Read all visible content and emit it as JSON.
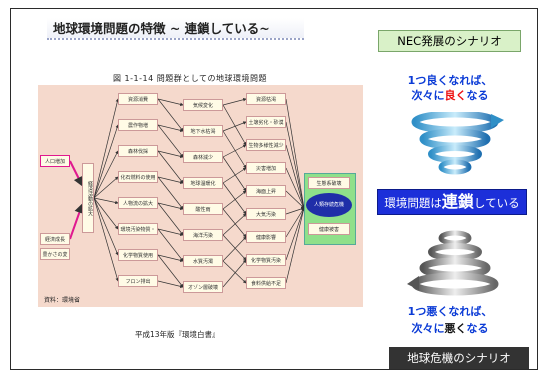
{
  "slide": {
    "title": "地球環境問題の特徴 ~ 連鎖している~",
    "nec_label": "NEC発展のシナリオ",
    "good_line1": "1つ良くなれば、",
    "good_line2_pre": "次々に",
    "good_line2_em": "良く",
    "good_line2_post": "なる",
    "chain_pre": "環境問題は",
    "chain_big": "連鎖",
    "chain_post": "している",
    "bad_line1": "1つ悪くなれば、",
    "bad_line2_pre": "次々に",
    "bad_line2_em": "悪く",
    "bad_line2_post": "なる",
    "crisis_label": "地球危機のシナリオ",
    "figure_caption": "図 1-1-14  問題群としての地球環境問題",
    "footer_caption": "平成13年版『環境白書』",
    "source": "資料：環境省"
  },
  "diagram": {
    "left_items": [
      "人口増加",
      "経済成長",
      "豊かさの変化",
      "経済活動の拡大"
    ],
    "col2": [
      "資源消費",
      "農作物増",
      "森林伐採",
      "化石燃料の使用",
      "人物流の拡大",
      "環境汚染物質・廃棄物排出",
      "化学物質使用",
      "フロン排出"
    ],
    "col3": [
      "気候変化",
      "地下水枯渇",
      "森林減少",
      "地球温暖化",
      "酸性雨",
      "海洋汚染",
      "水質汚濁",
      "オゾン層破壊"
    ],
    "col4": [
      "資源枯渇",
      "土壌劣化・砂漠化",
      "生物多様性減少",
      "災害増加",
      "海面上昇",
      "大気汚染",
      "健康影響",
      "化学物質汚染",
      "食料供給不足"
    ],
    "col5": [
      "生態系破壊",
      "人類存続危機",
      "健康被害"
    ],
    "colors": {
      "diagram_bg": "#f5d9cc",
      "arrow": "#333333",
      "crisis_ellipse": "#1f2ea8",
      "box_fill": "#fffbe6",
      "pink_arrow": "#e0198f",
      "green_box": "#8fe08a"
    }
  }
}
